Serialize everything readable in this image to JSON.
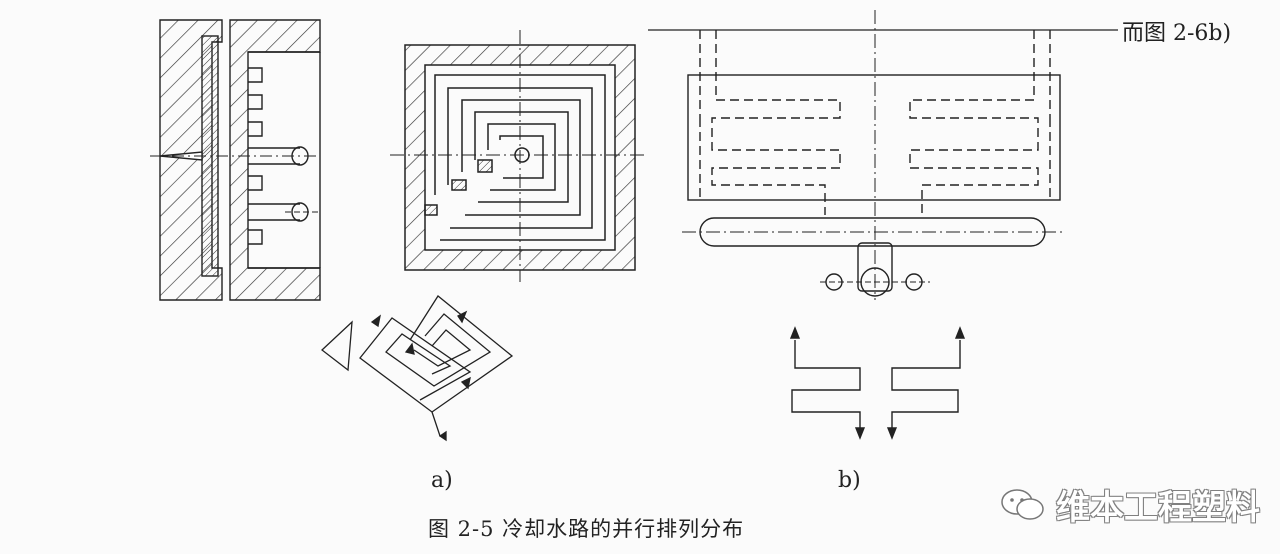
{
  "labels": {
    "sub_a": "a)",
    "sub_b": "b)",
    "reference": "而图 2-6b)",
    "caption": "图 2-5  冷却水路的并行排列分布"
  },
  "watermark": {
    "text": "维本工程塑料",
    "icon": "wechat-icon"
  },
  "colors": {
    "ink": "#222222",
    "background": "#fbfbfb"
  }
}
